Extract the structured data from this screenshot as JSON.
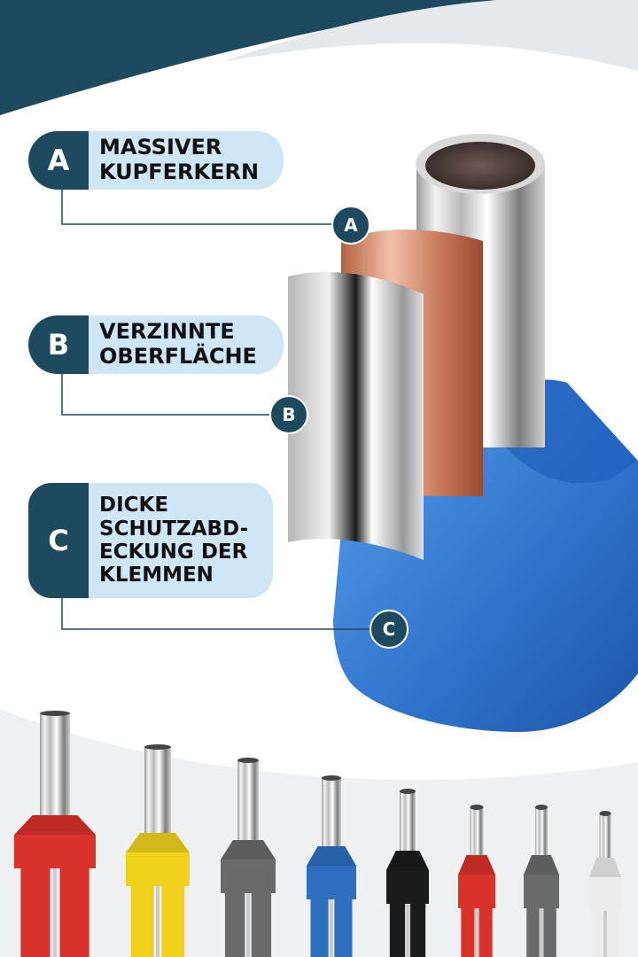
{
  "callouts": [
    {
      "letter": "A",
      "text": "MASSIVER\nKUPFERKERN"
    },
    {
      "letter": "B",
      "text": "VERZINNTE\nOBERFLÄCHE"
    },
    {
      "letter": "C",
      "text": "DICKE\nSCHUTZABD-\nECKUNG DER\nKLEMMEN"
    }
  ],
  "markers": [
    "A",
    "B",
    "C"
  ],
  "colors": {
    "navy": "#1d4a5e",
    "callout_fill": "#cfe6f7",
    "copper": "#c8785a",
    "insulation_blue": "#3d7fd6"
  },
  "ferrules": [
    {
      "color": "#d8322a"
    },
    {
      "color": "#f0d21c"
    },
    {
      "color": "#6a6a6a"
    },
    {
      "color": "#2f6fc0"
    },
    {
      "color": "#1c1c1c"
    },
    {
      "color": "#d8322a"
    },
    {
      "color": "#6a6a6a"
    },
    {
      "color": "#ededed"
    }
  ]
}
